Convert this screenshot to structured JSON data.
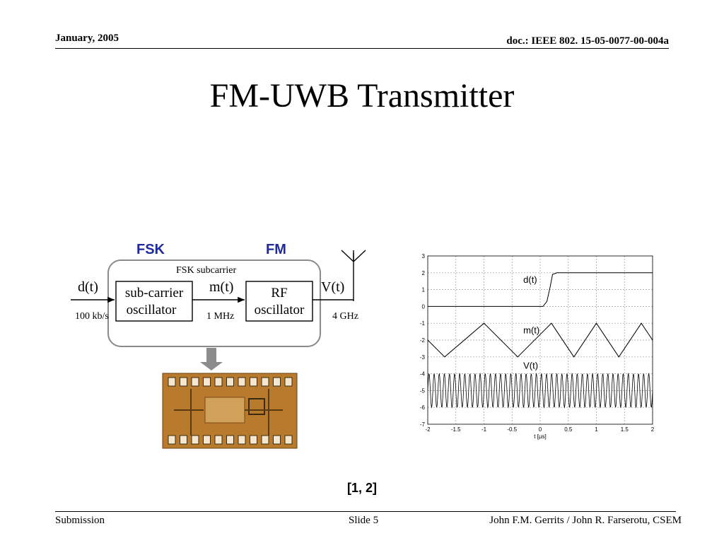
{
  "header": {
    "date": "January, 2005",
    "doc": "doc.: IEEE 802. 15-05-0077-00-004a"
  },
  "title": "FM-UWB Transmitter",
  "diagram": {
    "fsk_label": "FSK",
    "fm_label": "FM",
    "fsk_subcarrier": "FSK subcarrier",
    "input": "d(t)",
    "input_rate": "100 kb/s",
    "block1_line1": "sub-carrier",
    "block1_line2": "oscillator",
    "mid_signal": "m(t)",
    "mid_rate": "1 MHz",
    "block2_line1": "RF",
    "block2_line2": "oscillator",
    "output": "V(t)",
    "output_rate": "4 GHz",
    "colors": {
      "label_blue": "#1f2a9e",
      "chip_bg": "#b87a2c",
      "box_border": "#8a8a8a",
      "arrow_gray": "#8c8c8c"
    }
  },
  "chart_data": {
    "type": "line",
    "xlabel": "t [µs]",
    "ylabel": "",
    "xlim": [
      -2,
      2
    ],
    "ylim": [
      -7,
      3
    ],
    "xticks": [
      "-2",
      "-1.5",
      "-1",
      "-0.5",
      "0",
      "0.5",
      "1",
      "1.5",
      "2"
    ],
    "yticks": [
      "3",
      "2",
      "1",
      "0",
      "-1",
      "-2",
      "-3",
      "-4",
      "-5",
      "-6",
      "-7"
    ],
    "grid": true,
    "series": [
      {
        "name": "d(t)",
        "x": [
          -2,
          0.05,
          0.12,
          0.18,
          0.22,
          0.3,
          2
        ],
        "y": [
          0,
          0,
          0.3,
          1.2,
          1.9,
          2,
          2
        ]
      },
      {
        "name": "m(t)",
        "x": [
          -2,
          -1.7,
          -1,
          -0.4,
          0.2,
          0.6,
          1.0,
          1.4,
          1.8,
          2.0
        ],
        "y": [
          -2,
          -3,
          -1,
          -3,
          -1,
          -3,
          -1,
          -3,
          -1,
          -2
        ]
      },
      {
        "name": "V(t)",
        "center": -5,
        "amplitude": 1,
        "approx_cycles": 44,
        "x_range": [
          -2,
          2
        ]
      }
    ]
  },
  "references": "[1, 2]",
  "footer": {
    "left": "Submission",
    "center": "Slide 5",
    "right": "John F.M. Gerrits / John R. Farserotu, CSEM"
  }
}
